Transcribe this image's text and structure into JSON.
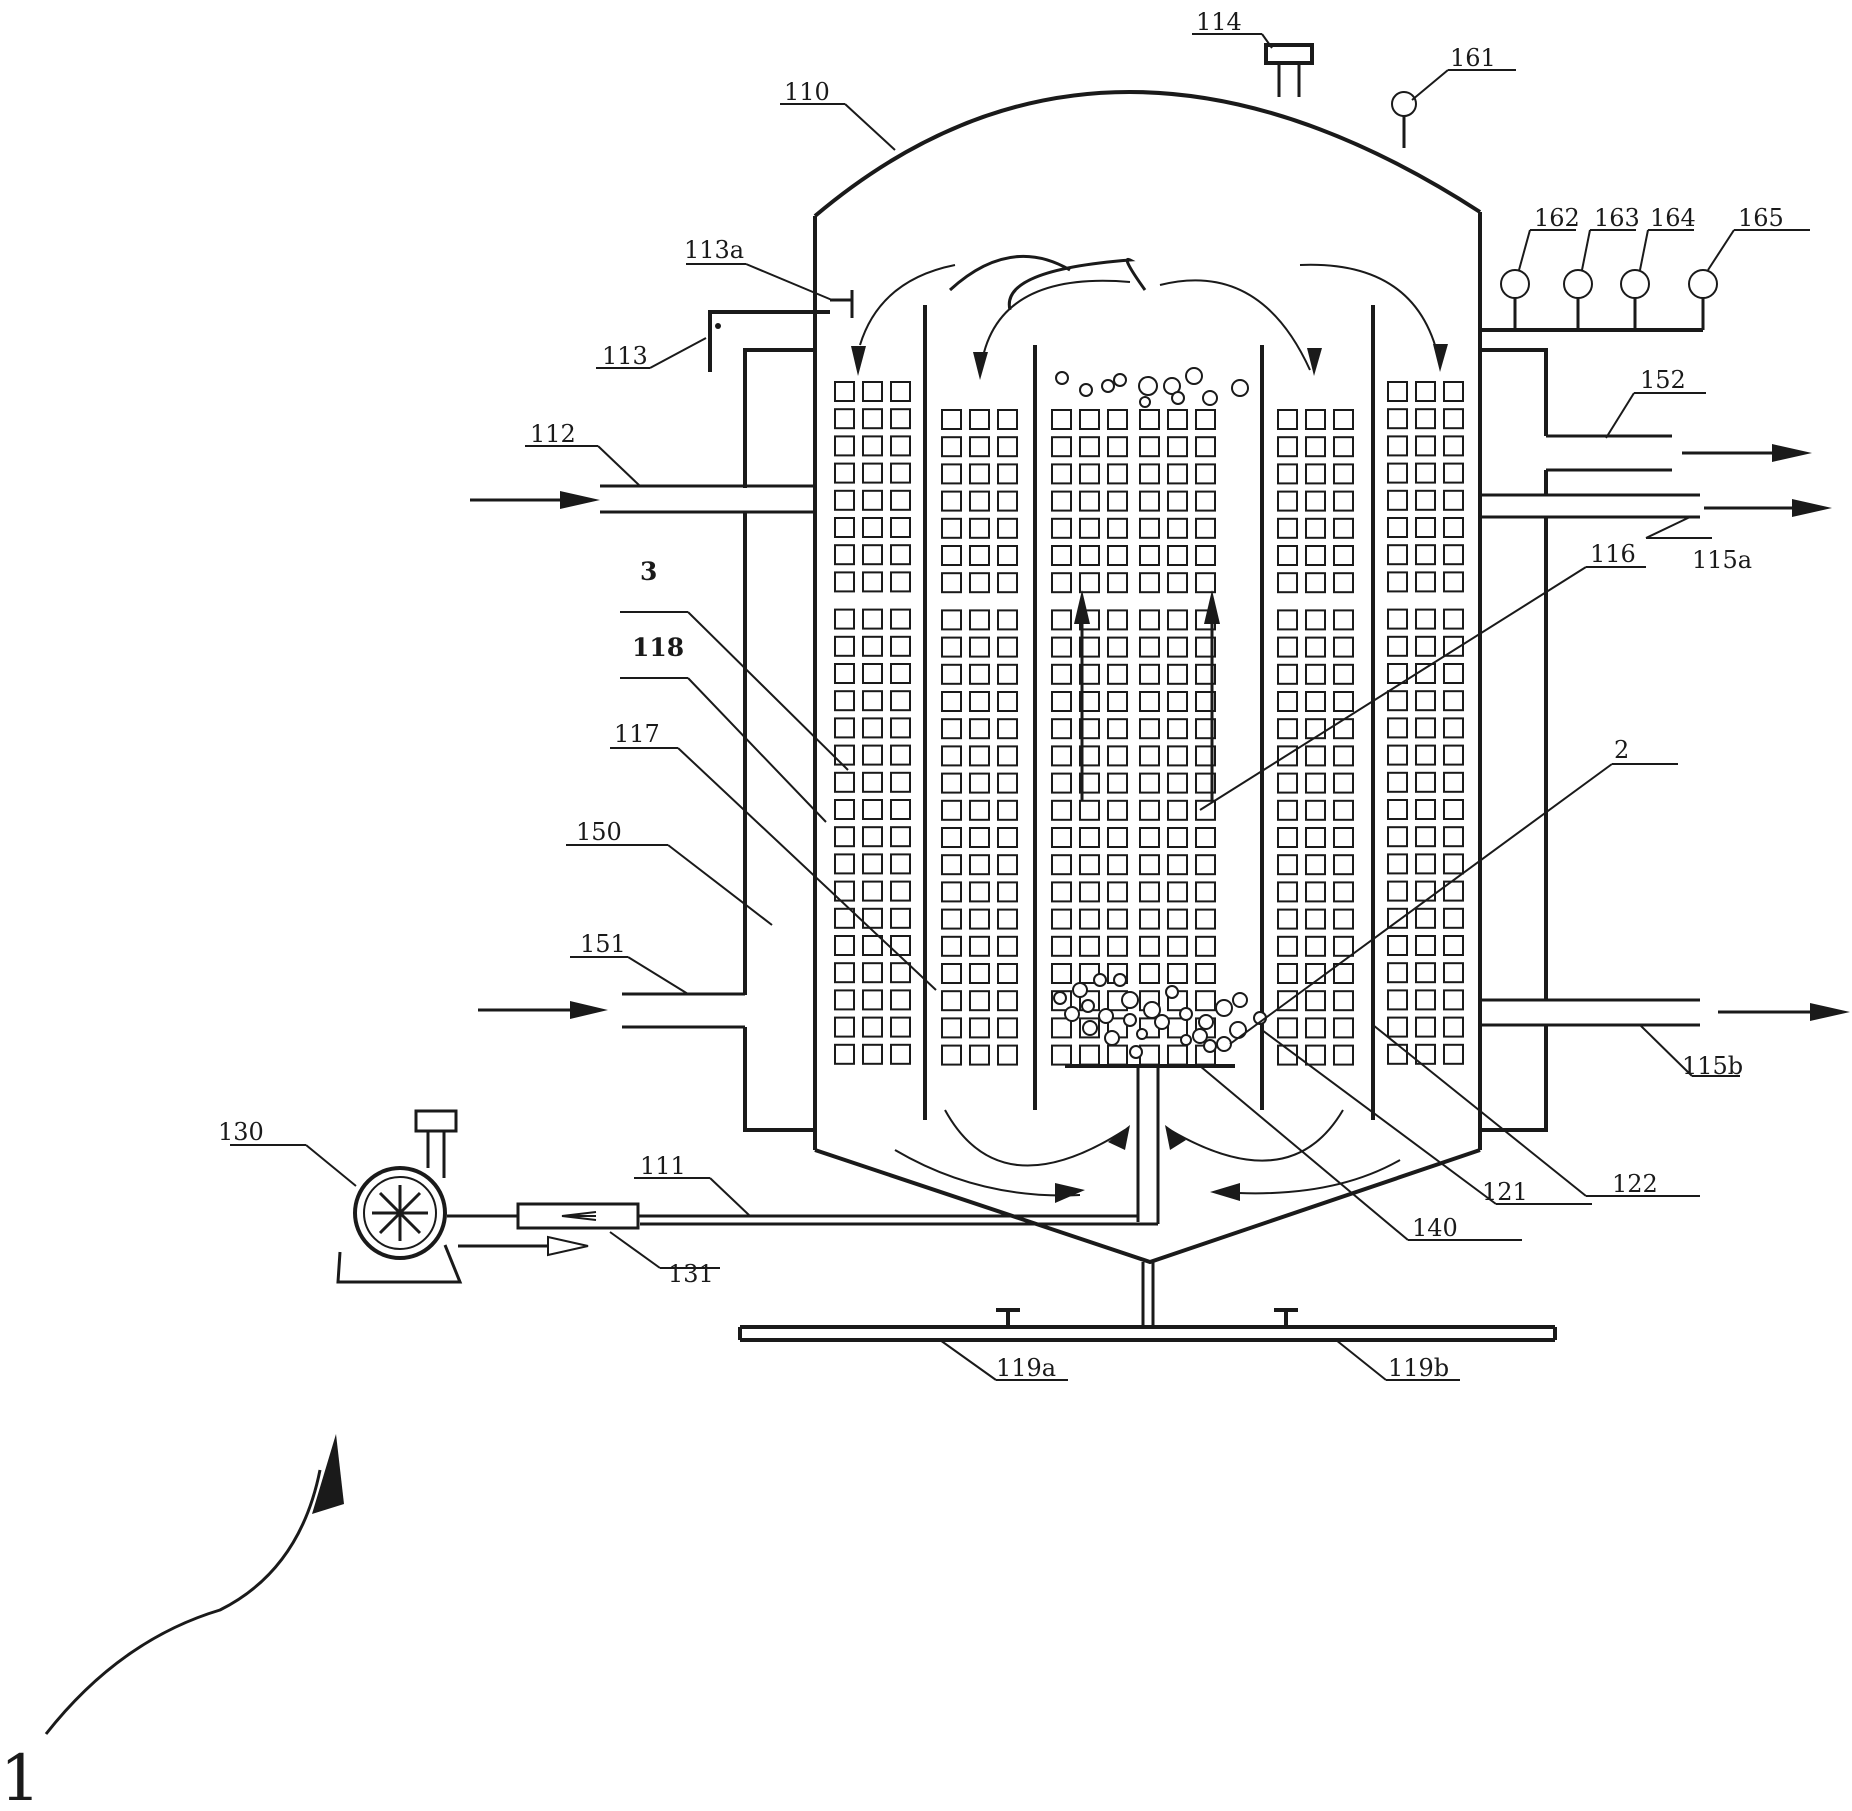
{
  "figure_number": "1",
  "labels": {
    "l110": "110",
    "l114": "114",
    "l161": "161",
    "l162": "162",
    "l163": "163",
    "l164": "164",
    "l165": "165",
    "l113a": "113a",
    "l113": "113",
    "l112": "112",
    "l3": "3",
    "l118": "118",
    "l117": "117",
    "l150": "150",
    "l151": "151",
    "l152": "152",
    "l115a": "115a",
    "l116": "116",
    "l2": "2",
    "l115b": "115b",
    "l121": "121",
    "l122": "122",
    "l140": "140",
    "l130": "130",
    "l111": "111",
    "l131": "131",
    "l119a": "119a",
    "l119b": "119b"
  },
  "icons": {
    "blower": "blower-fan-icon",
    "gauge": "gauge-icon",
    "valve": "valve-icon"
  },
  "colors": {
    "ink": "#1a1a1a",
    "background": "#ffffff"
  }
}
